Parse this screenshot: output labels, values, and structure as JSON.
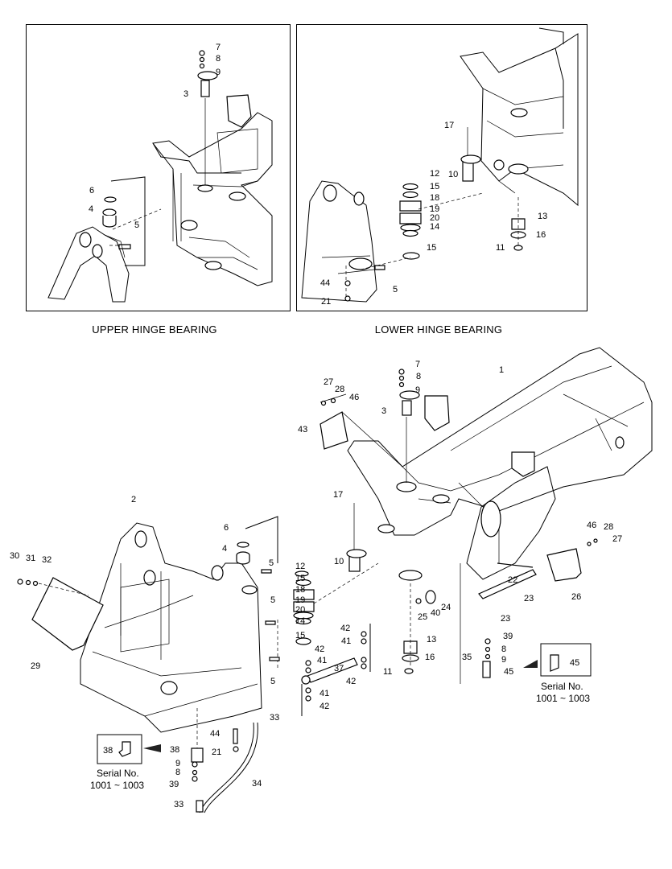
{
  "panels": {
    "upper": {
      "caption": "UPPER HINGE BEARING"
    },
    "lower": {
      "caption": "LOWER HINGE BEARING"
    }
  },
  "serial_boxes": [
    {
      "part": "38",
      "label_line1": "Serial No.",
      "label_line2": "1001 ~ 1003"
    },
    {
      "part": "45",
      "label_line1": "Serial No.",
      "label_line2": "1001 ~ 1003"
    }
  ],
  "callouts": {
    "upper": [
      "7",
      "8",
      "9",
      "3",
      "6",
      "4",
      "5"
    ],
    "lower": [
      "17",
      "10",
      "12",
      "15",
      "18",
      "19",
      "20",
      "14",
      "15",
      "13",
      "16",
      "11",
      "5",
      "44",
      "21"
    ],
    "main": [
      "7",
      "8",
      "9",
      "27",
      "28",
      "46",
      "3",
      "1",
      "43",
      "17",
      "10",
      "2",
      "6",
      "4",
      "5",
      "12",
      "15",
      "18",
      "19",
      "20",
      "14",
      "15",
      "5",
      "5",
      "30",
      "31",
      "32",
      "29",
      "46",
      "28",
      "27",
      "26",
      "22",
      "23",
      "23",
      "24",
      "40",
      "25",
      "42",
      "41",
      "42",
      "41",
      "37",
      "42",
      "41",
      "42",
      "13",
      "16",
      "11",
      "39",
      "8",
      "9",
      "35",
      "45",
      "44",
      "21",
      "38",
      "9",
      "8",
      "39",
      "33",
      "33",
      "34"
    ]
  }
}
